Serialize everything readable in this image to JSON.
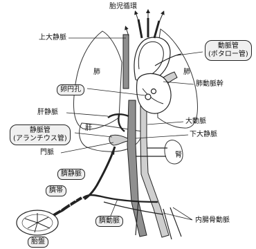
{
  "title": "胎児循環",
  "labels": {
    "svc": "上大静脈",
    "lung_left": "肺",
    "lung_right": "肺",
    "foramen_ovale": "卵円孔",
    "ductus_arteriosus_line1": "動脈管",
    "ductus_arteriosus_line2": "(ボタロー管)",
    "pulmonary_trunk": "肺動脈幹",
    "hepatic_vein": "肝静脈",
    "liver": "肝",
    "ductus_venosus_line1": "静脈管",
    "ductus_venosus_line2": "(アランチウス管)",
    "aorta": "大動脈",
    "ivc": "下大静脈",
    "kidney": "腎",
    "portal_vein": "門脈",
    "umbilical_vein": "臍静脈",
    "umbilical_cord": "臍帯",
    "umbilical_artery": "臍動脈",
    "internal_iliac_artery": "内腸骨動脈",
    "placenta": "胎盤"
  },
  "colors": {
    "line": "#222222",
    "vessel_dark": "#8f8f8f",
    "vessel_light": "#cfcfcf",
    "box_fill": "#f0f0f0"
  }
}
